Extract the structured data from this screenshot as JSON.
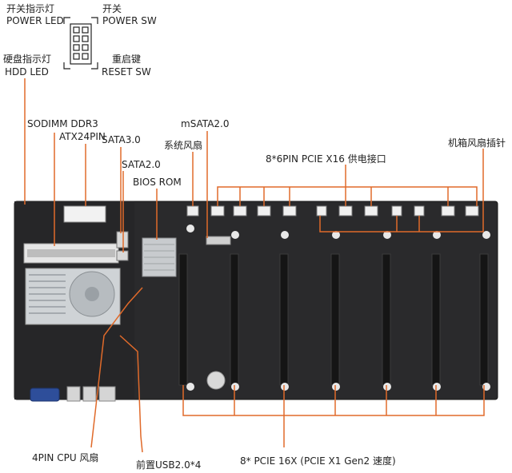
{
  "labels": {
    "power_led_cn": "开关指示灯",
    "power_led_en": "POWER LED",
    "power_sw_cn": "开关",
    "power_sw_en": "POWER SW",
    "hdd_led_cn": "硬盘指示灯",
    "hdd_led_en": "HDD  LED",
    "reset_sw_cn": "重启键",
    "reset_sw_en": "RESET SW",
    "sodimm": "SODIMM DDR3",
    "atx24": "ATX24PIN",
    "sata3": "SATA3.0",
    "sata2": "SATA2.0",
    "bios_rom": "BIOS ROM",
    "msata": "mSATA2.0",
    "sys_fan": "系统风扇",
    "pcie_power": "8*6PIN PCIE X16 供电接口",
    "case_fan": "机箱风扇插针",
    "cpu_fan": "4PIN CPU 风扇",
    "usb_front": "前置USB2.0*4",
    "pcie_slots": "8* PCIE 16X  (PCIE X1 Gen2 速度)"
  },
  "colors": {
    "callout_line": "#e06a2a",
    "board": "#2a2a2c",
    "slot": "#151515",
    "heatsink": "#cfd3d6"
  }
}
